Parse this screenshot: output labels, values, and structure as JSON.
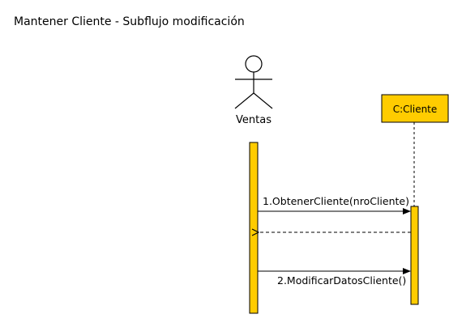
{
  "diagram": {
    "title": "Mantener Cliente - Subflujo modificación",
    "actor": {
      "name": "Ventas",
      "icon": "stick-figure-icon"
    },
    "object": {
      "name": "C:Cliente"
    },
    "messages": [
      {
        "label": "1.ObtenerCliente(nroCliente)",
        "kind": "sync"
      },
      {
        "label": "",
        "kind": "return"
      },
      {
        "label": "2.ModificarDatosCliente()",
        "kind": "sync"
      }
    ],
    "colors": {
      "activation_fill": "#FFCC00",
      "object_fill": "#FFCC00",
      "line": "#000000"
    }
  }
}
